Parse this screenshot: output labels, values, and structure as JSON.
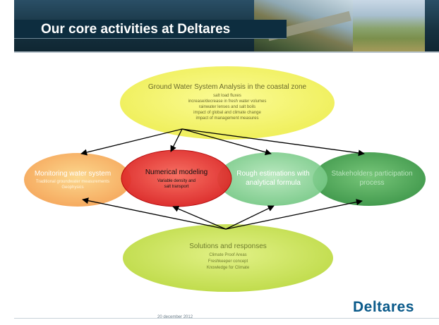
{
  "slide": {
    "title": "Our core activities at Deltares",
    "footer_date": "20 december 2012",
    "logo_text": "Deltares"
  },
  "diagram": {
    "top_node": {
      "title": "Ground Water System Analysis in the coastal zone",
      "items": [
        "salt load fluxes",
        "increase/decrease in fresh water volumes",
        "rainwater lenses and salt boils",
        "impact of global and climate change",
        "impact of management measures"
      ]
    },
    "middle_nodes": [
      {
        "title": "Monitoring water system",
        "items": [
          "Traditional groundwater measurements",
          "Geophysics"
        ]
      },
      {
        "title": "Numerical modeling",
        "items": [
          "Variable density and",
          "salt transport"
        ]
      },
      {
        "title": "Rough estimations with",
        "items": [
          "analytical formula"
        ]
      },
      {
        "title": "Stakeholders participation",
        "items": [
          "process"
        ]
      }
    ],
    "bottom_node": {
      "title": "Solutions and responses",
      "items": [
        "Climate Proof Areas",
        "Freshkeeper concept",
        "Knowledge for Climate"
      ]
    }
  },
  "colors": {
    "header_bg": "#1a3a4e",
    "top_node": "#f2f25a",
    "monitoring": "#f6a55a",
    "numerical": "#e8262a",
    "rough": "#8fd79b",
    "stakeholders": "#3fa04a",
    "bottom_node": "#c8e24e",
    "logo": "#0a5a8a"
  }
}
